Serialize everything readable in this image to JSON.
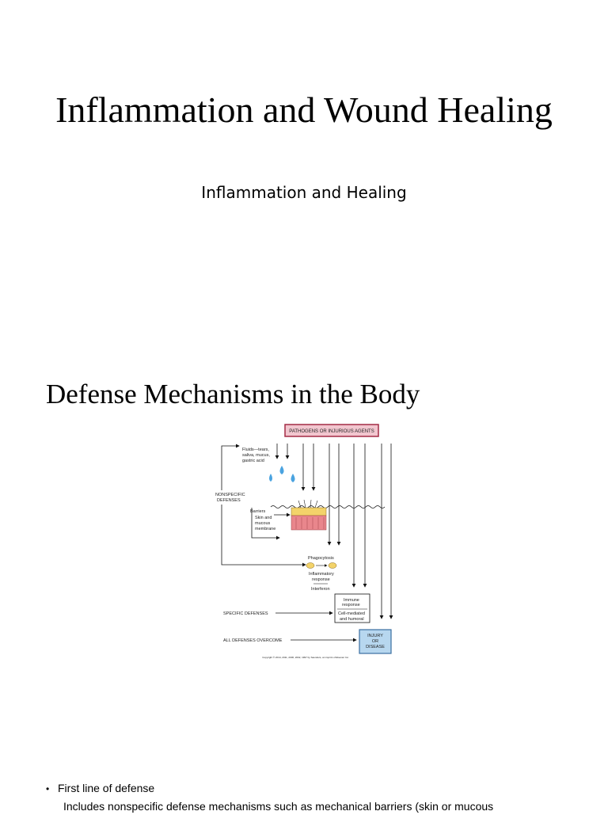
{
  "slide1": {
    "title": "Inflammation and Wound Healing",
    "subtitle": "Inflammation and Healing"
  },
  "slide2": {
    "title": "Defense Mechanisms in the Body",
    "figure": {
      "pathogens_box": "PATHOGENS OR INJURIOUS AGENTS",
      "fluids_label": [
        "Fluids—tears,",
        "saliva, mucus,",
        "gastric acid"
      ],
      "nonspecific_label": [
        "NONSPECIFIC",
        "DEFENSES"
      ],
      "barriers_label": [
        "Barriers",
        "Skin and",
        "mucous",
        "membrane"
      ],
      "phago_label": "Phagocytosis",
      "inflam_label": [
        "Inflammatory",
        "response"
      ],
      "interferon_label": "Interferon",
      "immune_label": [
        "Immune",
        "response"
      ],
      "cell_label": [
        "Cell-mediated",
        "and humoral"
      ],
      "specific_label": "SPECIFIC DEFENSES",
      "all_label": "ALL DEFENSES OVERCOME",
      "injury_label": [
        "INJURY",
        "OR",
        "DISEASE"
      ],
      "copyright": "Copyright © 2014, 2011, 2006, 2002, 1997 by Saunders, an imprint of Elsevier Inc."
    },
    "bullets": [
      {
        "text": "First line of defense"
      }
    ],
    "sub_bullet": "Includes nonspecific defense mechanisms such as mechanical barriers (skin or mucous"
  },
  "colors": {
    "pathogens_fill": "#f2c6cf",
    "pathogens_border": "#a32b45",
    "injury_fill": "#b7d7ef",
    "injury_border": "#3a6fa0",
    "drop": "#4aa3e0",
    "skin": "#e9868c",
    "fat": "#f3d36a"
  }
}
